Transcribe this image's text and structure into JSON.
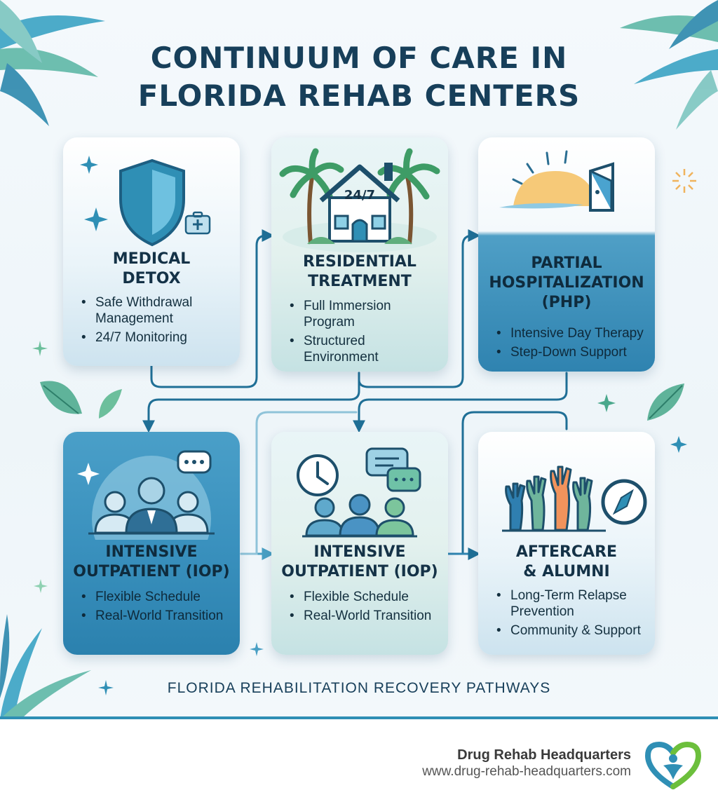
{
  "title": {
    "line1": "CONTINUUM OF CARE IN",
    "line2": "FLORIDA REHAB CENTERS"
  },
  "cards": [
    {
      "title": [
        "MEDICAL",
        "DETOX"
      ],
      "bullets": [
        "Safe Withdrawal Management",
        "24/7 Monitoring"
      ],
      "icon": "shield-icon"
    },
    {
      "title": [
        "RESIDENTIAL",
        "TREATMENT"
      ],
      "badge": "24/7",
      "bullets": [
        "Full Immersion Program",
        "Structured Environment"
      ],
      "icon": "house-icon"
    },
    {
      "title": [
        "PARTIAL",
        "HOSPITALIZATION",
        "(PHP)"
      ],
      "bullets": [
        "Intensive Day Therapy",
        "Step-Down Support"
      ],
      "icon": "sunrise-door-icon"
    },
    {
      "title": [
        "INTENSIVE",
        "OUTPATIENT (IOP)"
      ],
      "bullets": [
        "Flexible Schedule",
        "Real-World Transition"
      ],
      "icon": "group-icon"
    },
    {
      "title": [
        "INTENSIVE",
        "OUTPATIENT (IOP)"
      ],
      "bullets": [
        "Flexible Schedule",
        "Real-World Transition"
      ],
      "icon": "clock-chat-group-icon"
    },
    {
      "title": [
        "AFTERCARE",
        "& ALUMNI"
      ],
      "bullets": [
        "Long-Term Relapse Prevention",
        "Community & Support"
      ],
      "icon": "raised-hands-compass-icon"
    }
  ],
  "footer": {
    "tagline": "FLORIDA REHABILITATION RECOVERY PATHWAYS"
  },
  "brand": {
    "name": "Drug Rehab Headquarters",
    "url": "www.drug-rehab-headquarters.com",
    "logo": "heart-people-logo"
  },
  "colors": {
    "title": "#173f5a",
    "accent": "#2f8fb5",
    "connector": "#1f6f96",
    "leaf": "#4aa88c"
  }
}
